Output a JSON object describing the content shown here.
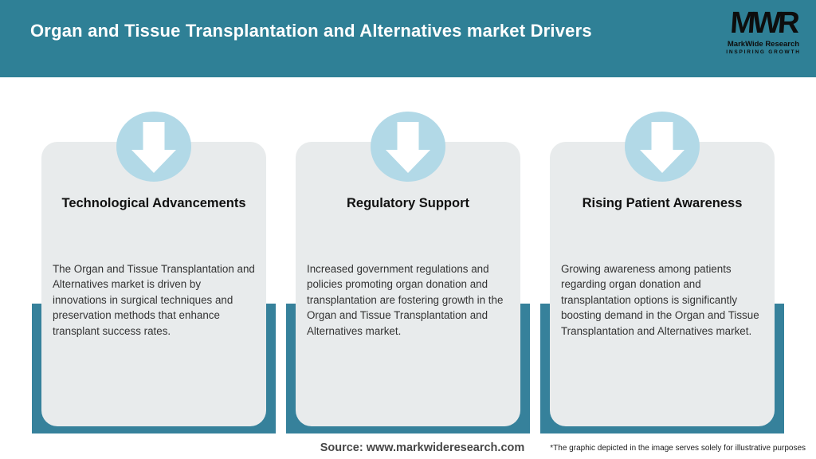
{
  "header": {
    "title": "Organ and Tissue Transplantation and Alternatives market Drivers",
    "logo": {
      "acronym": "MWR",
      "name": "MarkWide Research",
      "tagline": "INSPIRING GROWTH"
    }
  },
  "cards": [
    {
      "icon": "down-arrow-icon",
      "title": "Technological Advancements",
      "description": "The Organ and Tissue Transplantation and Alternatives market is driven by innovations in surgical techniques and preservation methods that enhance transplant success rates."
    },
    {
      "icon": "down-arrow-icon",
      "title": "Regulatory Support",
      "description": "Increased government regulations and policies promoting organ donation and transplantation are fostering growth in the Organ and Tissue Transplantation and Alternatives market."
    },
    {
      "icon": "down-arrow-icon",
      "title": "Rising Patient Awareness",
      "description": "Growing awareness among patients regarding organ donation and transplantation options is significantly boosting demand in the Organ and Tissue Transplantation and Alternatives market."
    }
  ],
  "footer": {
    "source": "Source: www.markwideresearch.com",
    "disclaimer": "*The graphic depicted in the image serves solely for illustrative purposes"
  },
  "colors": {
    "header_teal": "#2F8096",
    "backdrop_teal": "#36819B",
    "card_background": "#E8EBEC",
    "circle_blue": "#B2D9E7",
    "arrow_white": "#FFFFFF"
  }
}
